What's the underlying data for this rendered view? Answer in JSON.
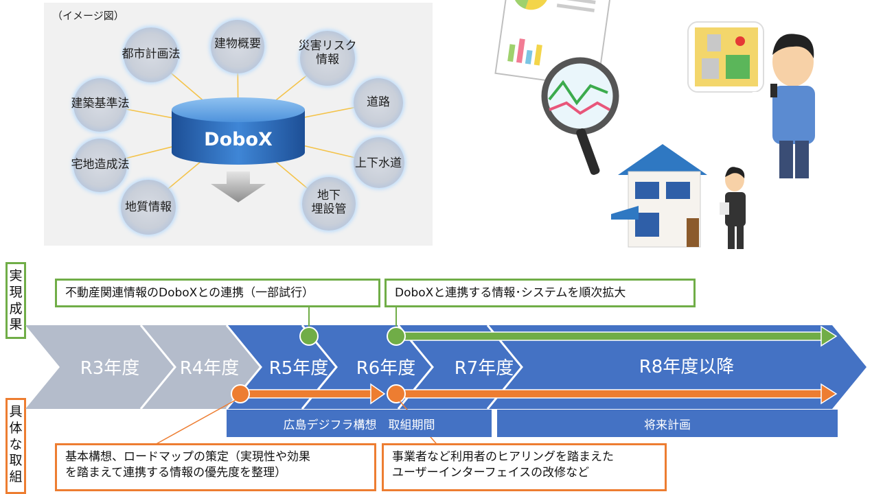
{
  "diagram": {
    "note": "（イメージ図）",
    "center_label": "DoboX",
    "bubbles": [
      {
        "id": "toshi",
        "label": "都市計画法"
      },
      {
        "id": "tatemono",
        "label": "建物概要"
      },
      {
        "id": "saigai",
        "label": "災害リスク\n情報"
      },
      {
        "id": "kenchiku",
        "label": "建築基準法"
      },
      {
        "id": "doro",
        "label": "道路"
      },
      {
        "id": "takuchi",
        "label": "宅地造成法"
      },
      {
        "id": "jogesuido",
        "label": "上下水道"
      },
      {
        "id": "chishitsu",
        "label": "地質情報"
      },
      {
        "id": "chika",
        "label": "地下\n埋設管"
      }
    ],
    "colors": {
      "cylinder": "#2e6fbe",
      "line": "#f4c34a"
    }
  },
  "timeline": {
    "side_labels": {
      "top": "実\n現\n成\n果",
      "bottom": "具\n体\nな\n取\n組"
    },
    "phases": [
      {
        "label": "R3年度",
        "color": "#b4bccb"
      },
      {
        "label": "R4年度",
        "color": "#b4bccb"
      },
      {
        "label": "R5年度",
        "color": "#4472c4"
      },
      {
        "label": "R6年度",
        "color": "#4472c4"
      },
      {
        "label": "R7年度",
        "color": "#4472c4"
      },
      {
        "label": "R8年度以降",
        "color": "#4472c4"
      }
    ],
    "results": [
      {
        "text": "不動産関連情報のDoboXとの連携（一部試行）"
      },
      {
        "text": "DoboXと連携する情報･システムを順次拡大"
      }
    ],
    "periods": [
      {
        "text": "広島デジフラ構想　取組期間"
      },
      {
        "text": "将来計画"
      }
    ],
    "actions": [
      {
        "text": "基本構想、ロードマップの策定（実現性や効果\nを踏まえて連携する情報の優先度を整理）"
      },
      {
        "text": "事業者など利用者のヒアリングを踏まえた\nユーザーインターフェイスの改修など"
      }
    ],
    "colors": {
      "green": "#70ad47",
      "orange": "#ed7d31",
      "blue": "#4472c4",
      "grey": "#b4bccb"
    }
  }
}
